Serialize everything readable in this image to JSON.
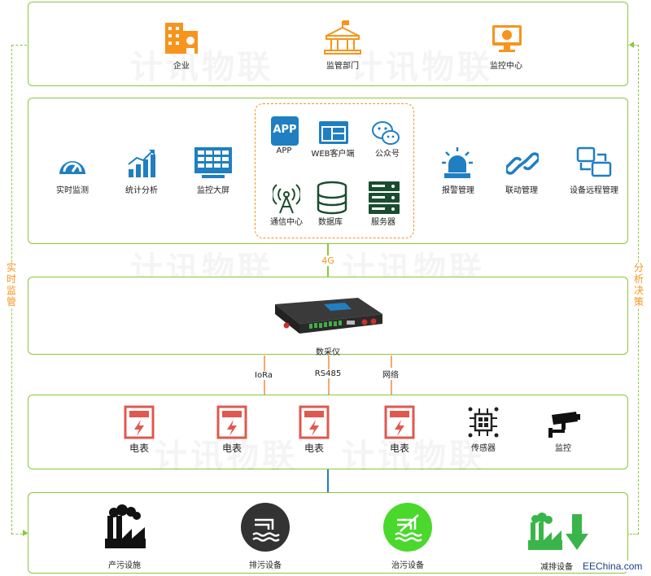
{
  "top": {
    "items": [
      {
        "label": "企业",
        "icon": "enterprise-building-icon"
      },
      {
        "label": "监管部门",
        "icon": "government-building-icon"
      },
      {
        "label": "监控中心",
        "icon": "monitor-center-icon"
      }
    ]
  },
  "platform": {
    "left": [
      {
        "label": "实时监测",
        "icon": "gauge-icon"
      },
      {
        "label": "统计分析",
        "icon": "bar-chart-icon"
      },
      {
        "label": "监控大屏",
        "icon": "dashboard-screen-icon"
      }
    ],
    "center_top": [
      {
        "label": "APP",
        "icon": "app-icon",
        "icon_text": "APP"
      },
      {
        "label": "WEB客户端",
        "icon": "web-client-icon"
      },
      {
        "label": "公众号",
        "icon": "wechat-icon"
      }
    ],
    "center_bottom": [
      {
        "label": "通信中心",
        "icon": "antenna-icon"
      },
      {
        "label": "数据库",
        "icon": "database-icon"
      },
      {
        "label": "服务器",
        "icon": "server-icon"
      }
    ],
    "right": [
      {
        "label": "报警管理",
        "icon": "alarm-light-icon"
      },
      {
        "label": "联动管理",
        "icon": "link-icon"
      },
      {
        "label": "设备远程管理",
        "icon": "remote-devices-icon"
      }
    ]
  },
  "link_4g": "4G",
  "collector": {
    "label": "数采仪"
  },
  "links": {
    "lora": "IoRa",
    "rs485": "RS485",
    "network": "网络"
  },
  "devices": [
    {
      "label": "电表",
      "icon": "electric-meter-icon"
    },
    {
      "label": "电表",
      "icon": "electric-meter-icon"
    },
    {
      "label": "电表",
      "icon": "electric-meter-icon"
    },
    {
      "label": "电表",
      "icon": "electric-meter-icon"
    },
    {
      "label": "传感器",
      "icon": "sensor-icon"
    },
    {
      "label": "监控",
      "icon": "cctv-camera-icon"
    }
  ],
  "facilities": [
    {
      "label": "产污设施",
      "icon": "polluting-factory-icon"
    },
    {
      "label": "排污设备",
      "icon": "discharge-icon"
    },
    {
      "label": "治污设备",
      "icon": "treatment-icon"
    },
    {
      "label": "减排设备",
      "icon": "emission-reduction-icon"
    }
  ],
  "side": {
    "left": "实时监管",
    "right": "分析决策"
  },
  "watermark": "计讯物联",
  "brand": "EEChina.com",
  "colors": {
    "green": "#8dc63f",
    "orange": "#f7941d",
    "blue": "#1f7fc1",
    "red": "#e0584f"
  }
}
